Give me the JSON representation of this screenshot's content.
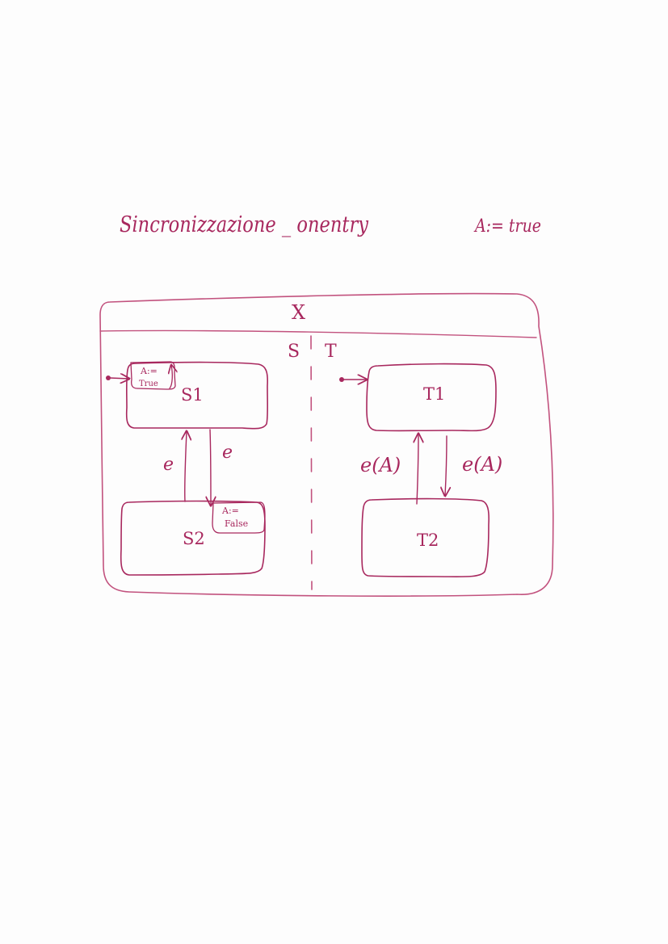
{
  "title": "Sincronizzazione _ onentry",
  "initial_assignment": "A:= true",
  "composite_state": {
    "name": "X",
    "regions": [
      {
        "name": "S",
        "states": [
          {
            "name": "S1",
            "entry_action": [
              "A:=",
              "True"
            ]
          },
          {
            "name": "S2",
            "entry_action": [
              "A:=",
              "False"
            ]
          }
        ],
        "transitions": [
          {
            "from": "S2",
            "to": "S1",
            "label": "e"
          },
          {
            "from": "S1",
            "to": "S2",
            "label": "e"
          }
        ]
      },
      {
        "name": "T",
        "states": [
          {
            "name": "T1"
          },
          {
            "name": "T2"
          }
        ],
        "transitions": [
          {
            "from": "T2",
            "to": "T1",
            "label": "e(A)"
          },
          {
            "from": "T1",
            "to": "T2",
            "label": "e(A)"
          }
        ]
      }
    ]
  },
  "colors": {
    "ink": "#a8285e",
    "paper": "#fdfdfd"
  }
}
